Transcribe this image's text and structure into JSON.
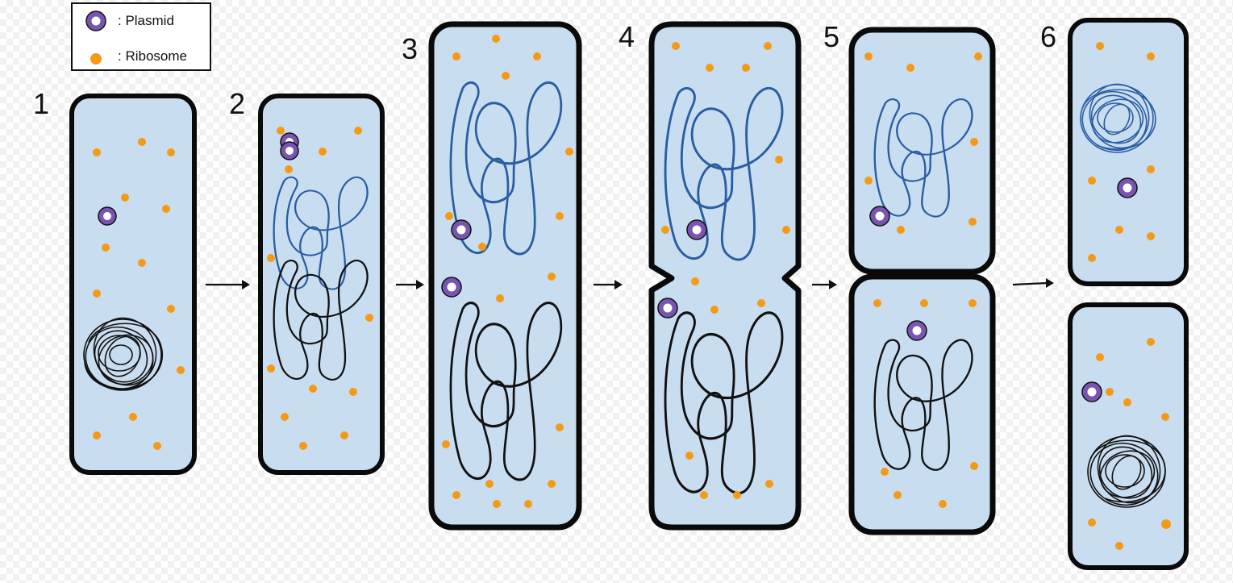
{
  "legend": {
    "plasmid_label": ": Plasmid",
    "ribosome_label": ": Ribosome"
  },
  "steps": [
    "1",
    "2",
    "3",
    "4",
    "5",
    "6"
  ],
  "colors": {
    "cytoplasm": "#c9ddf0",
    "membrane": "#0a0a0a",
    "ribosome": "#f49a16",
    "plasmid": "#7755b0",
    "dna_original": "#111111",
    "dna_copy": "#2a5ea3",
    "arrow": "#111111"
  }
}
